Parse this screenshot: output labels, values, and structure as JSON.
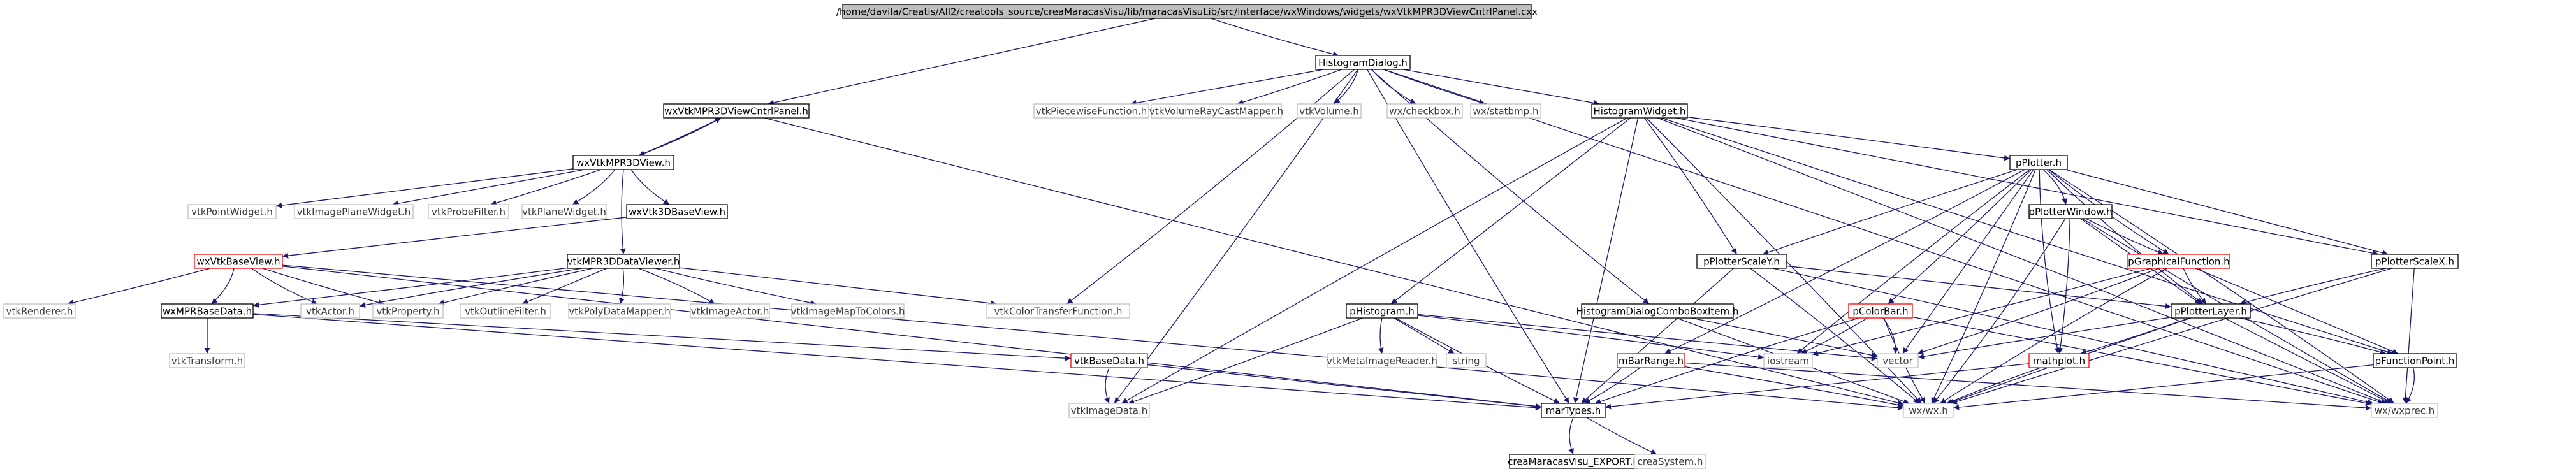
{
  "colors": {
    "edge": "#191970",
    "root_fill": "#bfbfbf",
    "border_normal": "#000000",
    "border_red": "#ff0000",
    "border_gray": "#bfbfbf",
    "text_normal": "#000000",
    "text_gray": "#3c3c3c"
  },
  "nodes": [
    {
      "id": "root",
      "label": "/home/davila/Creatis/All2/creatools_source/creaMaracasVisu/lib/maracasVisuLib/src/interface/wxWindows/widgets/wxVtkMPR3DViewCntrlPanel.cxx",
      "style": "root"
    },
    {
      "id": "histogramdialog",
      "label": "HistogramDialog.h",
      "style": "normal"
    },
    {
      "id": "cntrlpanel_h",
      "label": "wxVtkMPR3DViewCntrlPanel.h",
      "style": "normal"
    },
    {
      "id": "vtkpiecewise",
      "label": "vtkPiecewiseFunction.h",
      "style": "gray"
    },
    {
      "id": "vtkvolraycast",
      "label": "vtkVolumeRayCastMapper.h",
      "style": "gray"
    },
    {
      "id": "vtkvolume",
      "label": "vtkVolume.h",
      "style": "gray"
    },
    {
      "id": "wxcheckbox",
      "label": "wx/checkbox.h",
      "style": "gray"
    },
    {
      "id": "wxstatbmp",
      "label": "wx/statbmp.h",
      "style": "gray"
    },
    {
      "id": "histogramwidget",
      "label": "HistogramWidget.h",
      "style": "normal"
    },
    {
      "id": "wxvtkmpr3dview",
      "label": "wxVtkMPR3DView.h",
      "style": "normal"
    },
    {
      "id": "vtkpointwidget",
      "label": "vtkPointWidget.h",
      "style": "gray"
    },
    {
      "id": "vtkimageplanewidget",
      "label": "vtkImagePlaneWidget.h",
      "style": "gray"
    },
    {
      "id": "vtkprobefilter",
      "label": "vtkProbeFilter.h",
      "style": "gray"
    },
    {
      "id": "vtkplanewidget",
      "label": "vtkPlaneWidget.h",
      "style": "gray"
    },
    {
      "id": "wxvtk3dbaseview",
      "label": "wxVtk3DBaseView.h",
      "style": "normal"
    },
    {
      "id": "wxvtkbaseview",
      "label": "wxVtkBaseView.h",
      "style": "red"
    },
    {
      "id": "vtkmpr3ddataviewer",
      "label": "vtkMPR3DDataViewer.h",
      "style": "normal"
    },
    {
      "id": "vtkcolortransfer",
      "label": "vtkColorTransferFunction.h",
      "style": "gray"
    },
    {
      "id": "vtkrenderer",
      "label": "vtkRenderer.h",
      "style": "gray"
    },
    {
      "id": "wxmprbasedata",
      "label": "wxMPRBaseData.h",
      "style": "normal"
    },
    {
      "id": "vtkactor",
      "label": "vtkActor.h",
      "style": "gray"
    },
    {
      "id": "vtkproperty",
      "label": "vtkProperty.h",
      "style": "gray"
    },
    {
      "id": "vtkoutlinefilter",
      "label": "vtkOutlineFilter.h",
      "style": "gray"
    },
    {
      "id": "vtkpolydatamapper",
      "label": "vtkPolyDataMapper.h",
      "style": "gray"
    },
    {
      "id": "vtkimageactor",
      "label": "vtkImageActor.h",
      "style": "gray"
    },
    {
      "id": "vtkimagemaptocolors",
      "label": "vtkImageMapToColors.h",
      "style": "gray"
    },
    {
      "id": "vtktransform",
      "label": "vtkTransform.h",
      "style": "gray"
    },
    {
      "id": "vtkbasedata",
      "label": "vtkBaseData.h",
      "style": "red"
    },
    {
      "id": "vtkimagedata",
      "label": "vtkImageData.h",
      "style": "gray"
    },
    {
      "id": "phistogram",
      "label": "pHistogram.h",
      "style": "normal"
    },
    {
      "id": "vtkmetaimagereader",
      "label": "vtkMetaImageReader.h",
      "style": "gray"
    },
    {
      "id": "string",
      "label": "string",
      "style": "gray"
    },
    {
      "id": "histdialogcombo",
      "label": "HistogramDialogComboBoxItem.h",
      "style": "normal"
    },
    {
      "id": "pplotterscalez",
      "label": "pPlotterScaleY.h",
      "style": "normal"
    },
    {
      "id": "pplotter",
      "label": "pPlotter.h",
      "style": "normal"
    },
    {
      "id": "pplotterwindow",
      "label": "pPlotterWindow.h",
      "style": "normal"
    },
    {
      "id": "pgraphicalfunction",
      "label": "pGraphicalFunction.h",
      "style": "red"
    },
    {
      "id": "pplotterscalex",
      "label": "pPlotterScaleX.h",
      "style": "normal"
    },
    {
      "id": "pcolorbar",
      "label": "pColorBar.h",
      "style": "red"
    },
    {
      "id": "pplotterlayer",
      "label": "pPlotterLayer.h",
      "style": "normal"
    },
    {
      "id": "mbarrange",
      "label": "mBarRange.h",
      "style": "red"
    },
    {
      "id": "iostream",
      "label": "iostream",
      "style": "gray"
    },
    {
      "id": "vector",
      "label": "vector",
      "style": "gray"
    },
    {
      "id": "mathplot",
      "label": "mathplot.h",
      "style": "red"
    },
    {
      "id": "pfunctionpoint",
      "label": "pFunctionPoint.h",
      "style": "normal"
    },
    {
      "id": "marTypes",
      "label": "marTypes.h",
      "style": "normal"
    },
    {
      "id": "wxwx",
      "label": "wx/wx.h",
      "style": "gray"
    },
    {
      "id": "wxexprec",
      "label": "wx/wxprec.h",
      "style": "gray"
    },
    {
      "id": "creaexport",
      "label": "creaMaracasVisu_EXPORT.h",
      "style": "normal"
    },
    {
      "id": "creasystem",
      "label": "creaSystem.h",
      "style": "gray"
    }
  ],
  "edges": [
    [
      "root",
      "histogramdialog"
    ],
    [
      "root",
      "cntrlpanel_h"
    ],
    [
      "histogramdialog",
      "vtkpiecewise"
    ],
    [
      "histogramdialog",
      "vtkvolraycast"
    ],
    [
      "histogramdialog",
      "vtkvolume"
    ],
    [
      "histogramdialog",
      "wxcheckbox"
    ],
    [
      "histogramdialog",
      "wxstatbmp"
    ],
    [
      "histogramdialog",
      "histogramwidget"
    ],
    [
      "histogramdialog",
      "vtkimagedata"
    ],
    [
      "histogramdialog",
      "vtkcolortransfer"
    ],
    [
      "histogramdialog",
      "histdialogcombo"
    ],
    [
      "histogramdialog",
      "marTypes"
    ],
    [
      "histogramdialog",
      "wxexprec"
    ],
    [
      "cntrlpanel_h",
      "wxvtkmpr3dview"
    ],
    [
      "wxvtkmpr3dview",
      "cntrlpanel_h"
    ],
    [
      "cntrlpanel_h",
      "wxwx"
    ],
    [
      "wxvtkmpr3dview",
      "vtkpointwidget"
    ],
    [
      "wxvtkmpr3dview",
      "vtkimageplanewidget"
    ],
    [
      "wxvtkmpr3dview",
      "vtkprobefilter"
    ],
    [
      "wxvtkmpr3dview",
      "vtkplanewidget"
    ],
    [
      "wxvtkmpr3dview",
      "wxvtk3dbaseview"
    ],
    [
      "wxvtkmpr3dview",
      "vtkmpr3ddataviewer"
    ],
    [
      "wxvtk3dbaseview",
      "wxvtkbaseview"
    ],
    [
      "wxvtkbaseview",
      "vtkrenderer"
    ],
    [
      "wxvtkbaseview",
      "wxmprbasedata"
    ],
    [
      "wxvtkbaseview",
      "vtkactor"
    ],
    [
      "wxvtkbaseview",
      "vtkproperty"
    ],
    [
      "wxvtkbaseview",
      "marTypes"
    ],
    [
      "wxvtkbaseview",
      "wxwx"
    ],
    [
      "vtkmpr3ddataviewer",
      "wxmprbasedata"
    ],
    [
      "vtkmpr3ddataviewer",
      "vtkactor"
    ],
    [
      "vtkmpr3ddataviewer",
      "vtkproperty"
    ],
    [
      "vtkmpr3ddataviewer",
      "vtkoutlinefilter"
    ],
    [
      "vtkmpr3ddataviewer",
      "vtkpolydatamapper"
    ],
    [
      "vtkmpr3ddataviewer",
      "vtkimageactor"
    ],
    [
      "vtkmpr3ddataviewer",
      "vtkimagemaptocolors"
    ],
    [
      "vtkmpr3ddataviewer",
      "vtkcolortransfer"
    ],
    [
      "wxmprbasedata",
      "vtktransform"
    ],
    [
      "wxmprbasedata",
      "vtkbasedata"
    ],
    [
      "wxmprbasedata",
      "marTypes"
    ],
    [
      "vtkbasedata",
      "vtkimagedata"
    ],
    [
      "vtkbasedata",
      "marTypes"
    ],
    [
      "histogramwidget",
      "phistogram"
    ],
    [
      "histogramwidget",
      "pplotterscalez"
    ],
    [
      "histogramwidget",
      "pplotter"
    ],
    [
      "histogramwidget",
      "pplotterscalex"
    ],
    [
      "histogramwidget",
      "vtkimagedata"
    ],
    [
      "histogramwidget",
      "marTypes"
    ],
    [
      "histogramwidget",
      "wxwx"
    ],
    [
      "histogramwidget",
      "wxexprec"
    ],
    [
      "histogramwidget",
      "pfunctionpoint"
    ],
    [
      "phistogram",
      "vtkmetaimagereader"
    ],
    [
      "phistogram",
      "string"
    ],
    [
      "phistogram",
      "vtkimagedata"
    ],
    [
      "phistogram",
      "iostream"
    ],
    [
      "phistogram",
      "vector"
    ],
    [
      "phistogram",
      "marTypes"
    ],
    [
      "histdialogcombo",
      "wxwx"
    ],
    [
      "histdialogcombo",
      "vector"
    ],
    [
      "pplotter",
      "pplotterwindow"
    ],
    [
      "pplotter",
      "pgraphicalfunction"
    ],
    [
      "pplotter",
      "pplotterscalez"
    ],
    [
      "pplotter",
      "pplotterscalex"
    ],
    [
      "pplotter",
      "pcolorbar"
    ],
    [
      "pplotter",
      "mbarrange"
    ],
    [
      "pplotter",
      "mathplot"
    ],
    [
      "pplotter",
      "iostream"
    ],
    [
      "pplotter",
      "vector"
    ],
    [
      "pplotter",
      "wxwx"
    ],
    [
      "pplotter",
      "wxexprec"
    ],
    [
      "pplotter",
      "pplotterlayer"
    ],
    [
      "pplotterwindow",
      "pgraphicalfunction"
    ],
    [
      "pplotterwindow",
      "pplotterlayer"
    ],
    [
      "pplotterwindow",
      "mathplot"
    ],
    [
      "pplotterwindow",
      "wxwx"
    ],
    [
      "pplotterwindow",
      "wxexprec"
    ],
    [
      "pgraphicalfunction",
      "pplotterlayer"
    ],
    [
      "pgraphicalfunction",
      "pfunctionpoint"
    ],
    [
      "pgraphicalfunction",
      "iostream"
    ],
    [
      "pgraphicalfunction",
      "vector"
    ],
    [
      "pgraphicalfunction",
      "wxwx"
    ],
    [
      "pplotterscalez",
      "pplotterlayer"
    ],
    [
      "pplotterscalez",
      "marTypes"
    ],
    [
      "pplotterscalez",
      "wxwx"
    ],
    [
      "pplotterscalez",
      "wxexprec"
    ],
    [
      "pplotterscalex",
      "pplotterlayer"
    ],
    [
      "pplotterscalex",
      "wxwx"
    ],
    [
      "pplotterscalex",
      "wxexprec"
    ],
    [
      "pcolorbar",
      "iostream"
    ],
    [
      "pcolorbar",
      "vector"
    ],
    [
      "pcolorbar",
      "marTypes"
    ],
    [
      "pcolorbar",
      "wxwx"
    ],
    [
      "pcolorbar",
      "wxexprec"
    ],
    [
      "pplotterlayer",
      "mathplot"
    ],
    [
      "pplotterlayer",
      "pfunctionpoint"
    ],
    [
      "pplotterlayer",
      "vector"
    ],
    [
      "pplotterlayer",
      "wxwx"
    ],
    [
      "pplotterlayer",
      "wxexprec"
    ],
    [
      "mbarrange",
      "marTypes"
    ],
    [
      "mbarrange",
      "wxwx"
    ],
    [
      "mbarrange",
      "wxexprec"
    ],
    [
      "mathplot",
      "wxwx"
    ],
    [
      "mathplot",
      "marTypes"
    ],
    [
      "pfunctionpoint",
      "wxwx"
    ],
    [
      "pfunctionpoint",
      "wxexprec"
    ],
    [
      "marTypes",
      "creaexport"
    ],
    [
      "marTypes",
      "creasystem"
    ]
  ]
}
